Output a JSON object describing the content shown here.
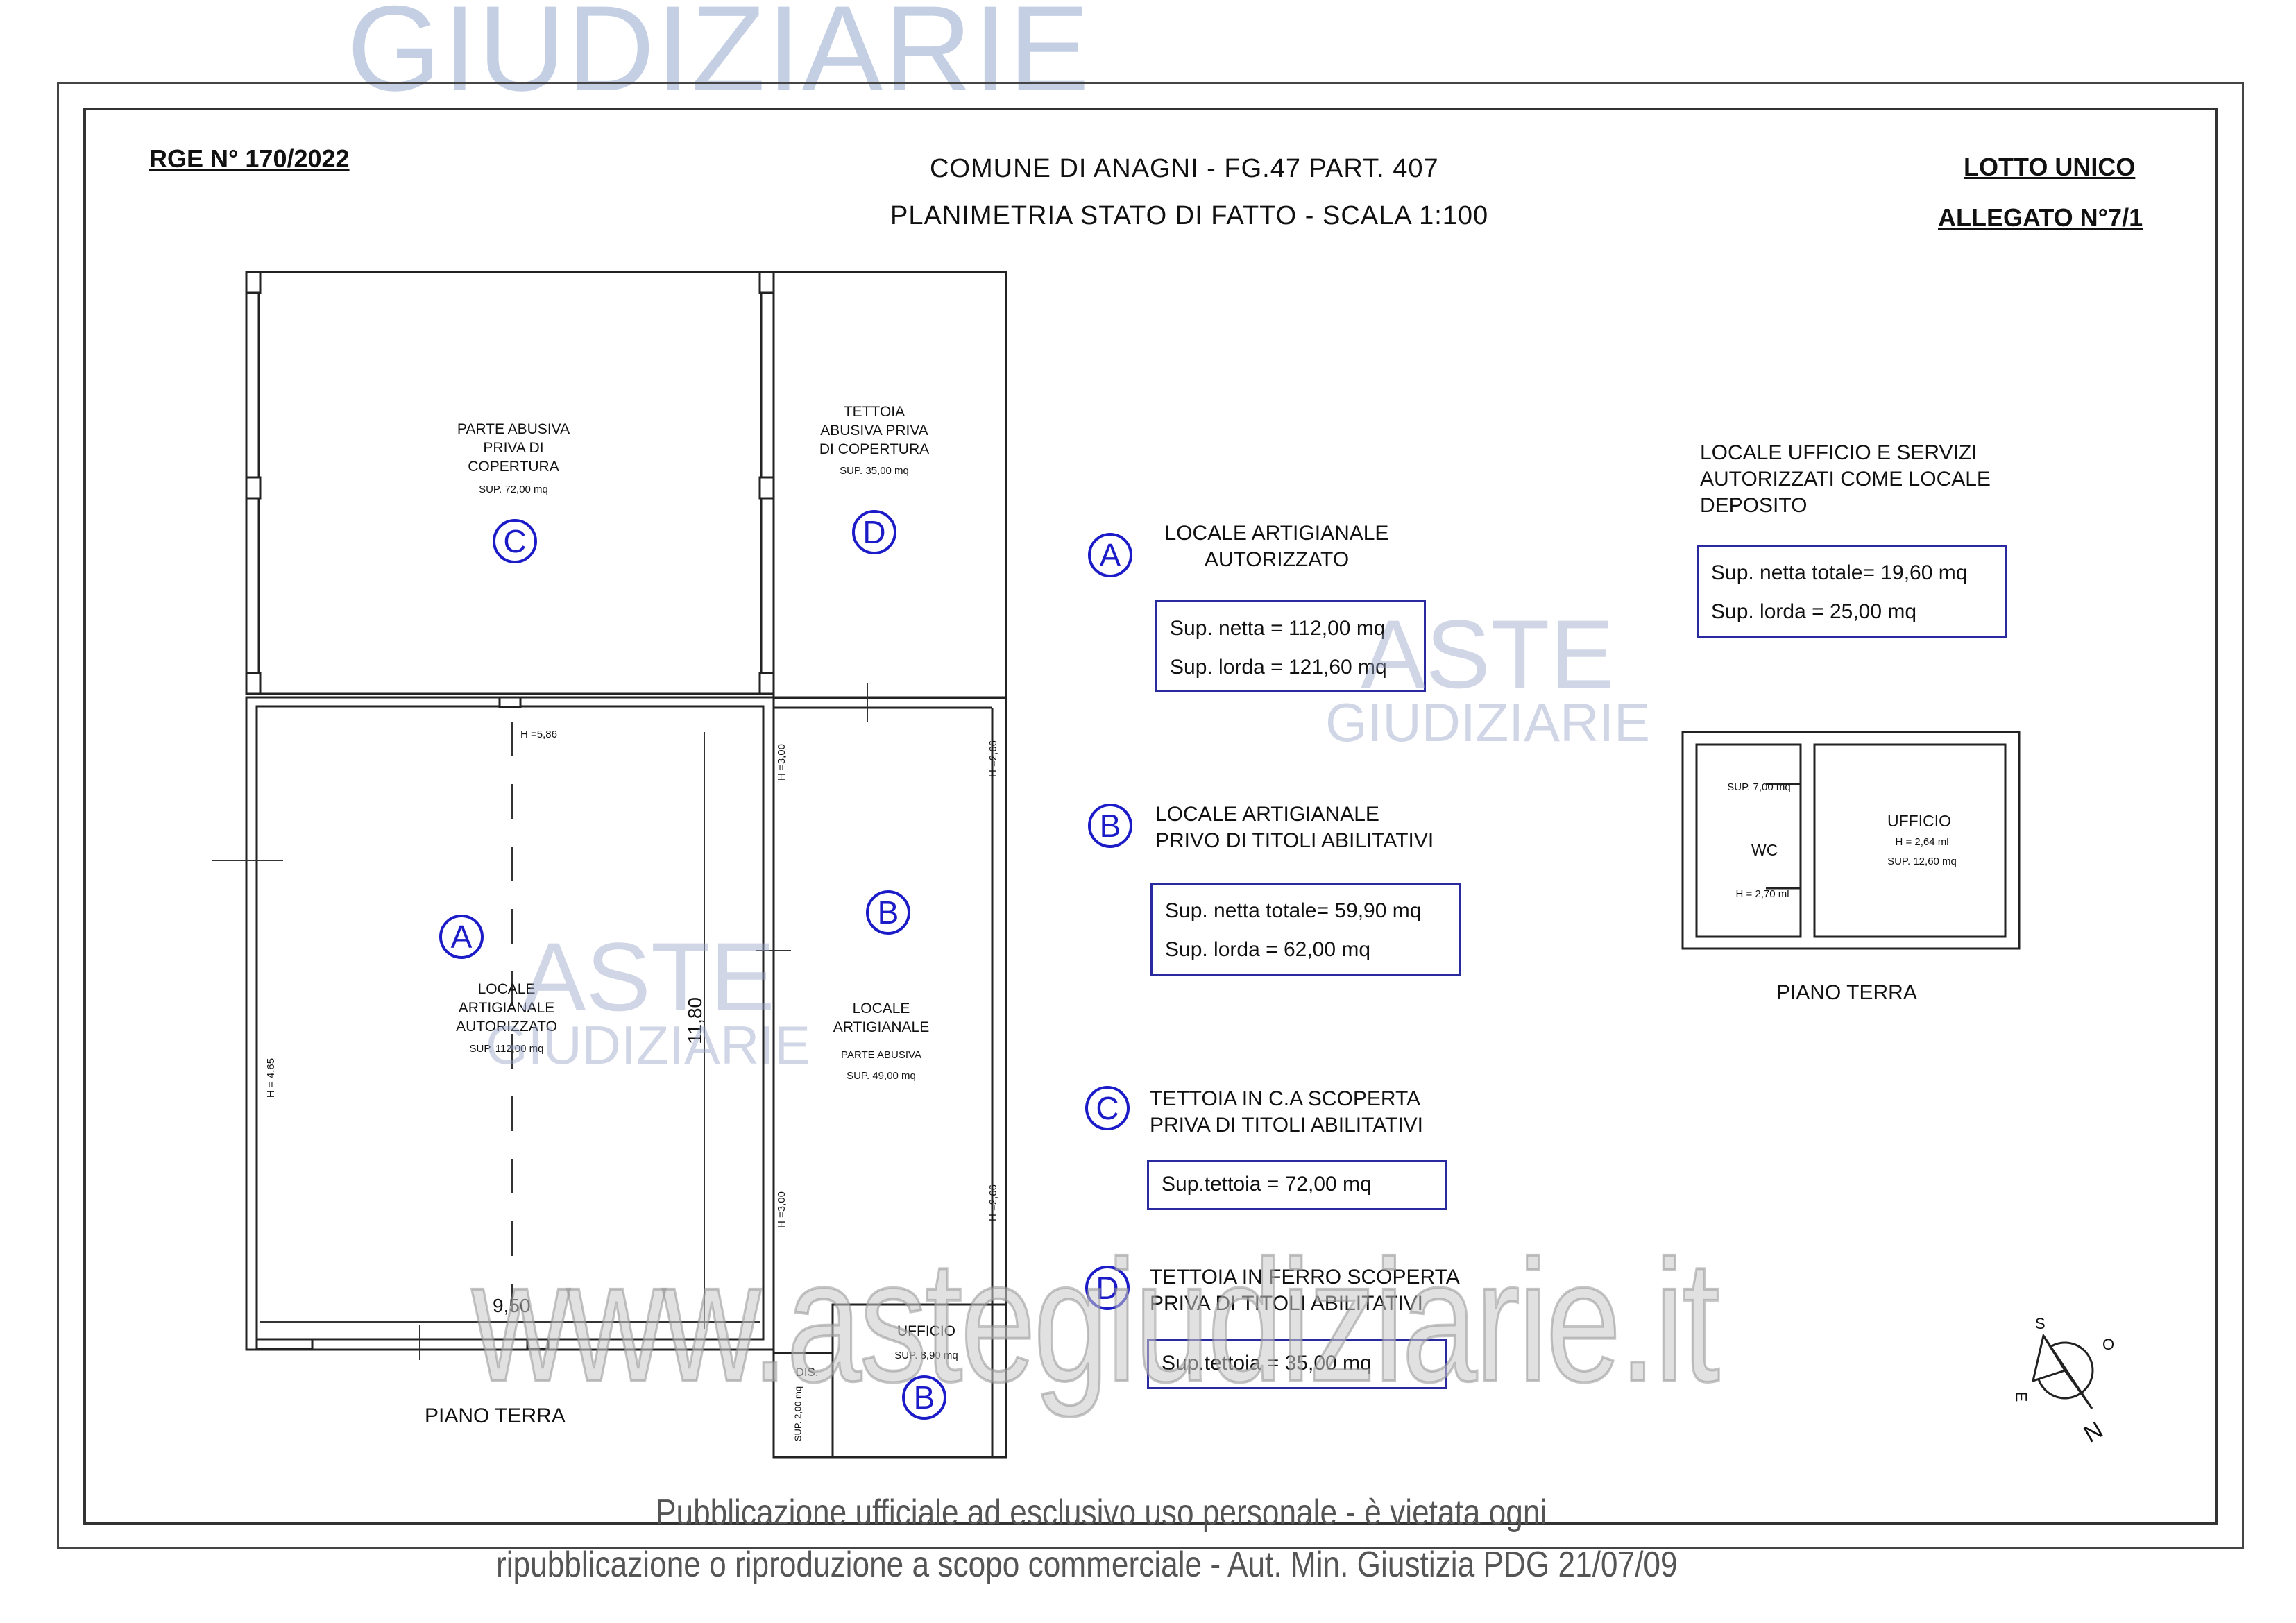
{
  "watermark_top": "GIUDIZIARIE",
  "header": {
    "rge": "RGE N° 170/2022",
    "title_line1": "COMUNE DI ANAGNI - FG.47  PART. 407",
    "title_line2": "PLANIMETRIA STATO DI FATTO - SCALA 1:100",
    "lotto": "LOTTO UNICO",
    "allegato": "ALLEGATO N°7/1"
  },
  "plan": {
    "C": {
      "letter": "C",
      "label": "PARTE ABUSIVA\nPRIVA DI\nCOPERTURA",
      "sup": "SUP. 72,00 mq"
    },
    "D": {
      "letter": "D",
      "label": "TETTOIA\nABUSIVA PRIVA\nDI COPERTURA",
      "sup": "SUP. 35,00 mq"
    },
    "A": {
      "letter": "A",
      "label": "LOCALE\nARTIGIANALE\nAUTORIZZATO",
      "sup": "SUP. 112,00 mq"
    },
    "B": {
      "letter": "B",
      "label": "LOCALE\nARTIGIANALE",
      "sub": "PARTE ABUSIVA",
      "sup": "SUP. 49,00 mq"
    },
    "ufficio": {
      "label": "UFFICIO",
      "sup": "SUP. 8,90 mq",
      "letter": "B"
    },
    "dis": {
      "label": "DIS.",
      "sup": "SUP. 2,00 mq"
    },
    "heights": {
      "h586": "H =5,86",
      "h300a": "H =3,00",
      "h266a": "H =2,66",
      "h465": "H = 4,65",
      "h300b": "H =3,00",
      "h266b": "H =2,66"
    },
    "dimensions": {
      "width": "9,50",
      "depth": "11,80"
    },
    "floor": "PIANO TERRA"
  },
  "legend": [
    {
      "letter": "A",
      "title": "LOCALE ARTIGIANALE\nAUTORIZZATO",
      "lines": [
        "Sup. netta = 112,00 mq",
        "Sup. lorda = 121,60 mq"
      ]
    },
    {
      "letter": "B",
      "title": "LOCALE ARTIGIANALE\nPRIVO DI TITOLI ABILITATIVI",
      "lines": [
        "Sup. netta totale= 59,90 mq",
        "Sup. lorda = 62,00 mq"
      ]
    },
    {
      "letter": "C",
      "title": "TETTOIA IN C.A SCOPERTA\nPRIVA DI TITOLI ABILITATIVI",
      "lines": [
        "Sup.tettoia = 72,00 mq"
      ]
    },
    {
      "letter": "D",
      "title": "TETTOIA IN FERRO SCOPERTA\nPRIVA DI TITOLI ABILITATIVI",
      "lines": [
        "Sup.tettoia = 35,00 mq"
      ]
    }
  ],
  "office": {
    "title": "LOCALE UFFICIO E SERVIZI\nAUTORIZZATI COME LOCALE\nDEPOSITO",
    "lines": [
      "Sup. netta totale= 19,60 mq",
      "Sup. lorda = 25,00 mq"
    ],
    "wc_sup": "SUP. 7,00 mq",
    "wc": "WC",
    "wc_h": "H = 2,70 ml",
    "uff": "UFFICIO",
    "uff_h": "H = 2,64 ml",
    "uff_sup": "SUP. 12,60 mq",
    "floor": "PIANO TERRA"
  },
  "compass": {
    "s": "S",
    "o": "O",
    "e": "E",
    "n": "N"
  },
  "watermark_aste": {
    "line1": "ASTE",
    "line2": "GIUDIZIARIE"
  },
  "watermark_url": "www.astegiudiziarie.it",
  "footer": {
    "line1": "Pubblicazione ufficiale ad esclusivo uso personale - è vietata ogni",
    "line2": "ripubblicazione o riproduzione a scopo commerciale - Aut. Min. Giustizia PDG 21/07/09"
  }
}
